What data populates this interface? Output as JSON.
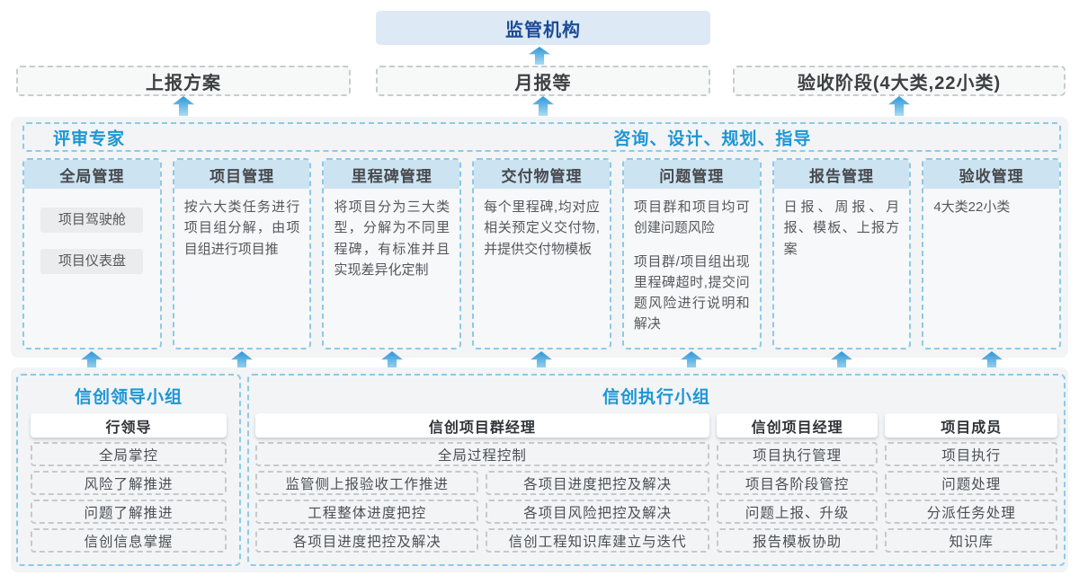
{
  "colors": {
    "accent_blue": "#1e96d4",
    "navy_title": "#1b4c97",
    "light_blue_fill": "#cce3f2",
    "top_box_fill": "#dde9f4",
    "dashed_blue_border": "#8ec9e8",
    "container_gray": "#f2f4f6",
    "arrow_blue": "#2e96d8"
  },
  "top": {
    "regulator": "监管机构"
  },
  "report_row": [
    "上报方案",
    "月报等",
    "验收阶段(4大类,22小类)"
  ],
  "middle": {
    "left_header": "评审专家",
    "right_header": "咨询、设计、规划、指导",
    "columns": [
      {
        "title": "全局管理",
        "pills": [
          "项目驾驶舱",
          "项目仪表盘"
        ]
      },
      {
        "title": "项目管理",
        "text": "按六大类任务进行项目组分解，由项目组进行项目推"
      },
      {
        "title": "里程碑管理",
        "text": "将项目分为三大类型，分解为不同里程碑，有标准并且实现差异化定制"
      },
      {
        "title": "交付物管理",
        "text": "每个里程碑,均对应相关预定义交付物,并提供交付物模板"
      },
      {
        "title": "问题管理",
        "paragraphs": [
          "项目群和项目均可创建问题风险",
          "项目群/项目组出现里程碑超时,提交问题风险进行说明和解决"
        ]
      },
      {
        "title": "报告管理",
        "text": "日报、周报、月报、模板、上报方案"
      },
      {
        "title": "验收管理",
        "text": "4大类22小类"
      }
    ]
  },
  "bottom": {
    "leader_group": {
      "title": "信创领导小组",
      "role": "行领导",
      "items": [
        "全局掌控",
        "风险了解推进",
        "问题了解推进",
        "信创信息掌握"
      ]
    },
    "exec_group": {
      "title": "信创执行小组",
      "program_manager": {
        "role": "信创项目群经理",
        "full_item": "全局过程控制",
        "left_items": [
          "监管侧上报验收工作推进",
          "工程整体进度把控",
          "各项目进度把控及解决"
        ],
        "right_items": [
          "各项目进度把控及解决",
          "各项目风险把控及解决",
          "信创工程知识库建立与迭代"
        ]
      },
      "project_manager": {
        "role": "信创项目经理",
        "items": [
          "项目执行管理",
          "项目各阶段管控",
          "问题上报、升级",
          "报告模板协助"
        ]
      },
      "member": {
        "role": "项目成员",
        "items": [
          "项目执行",
          "问题处理",
          "分派任务处理",
          "知识库"
        ]
      }
    }
  }
}
